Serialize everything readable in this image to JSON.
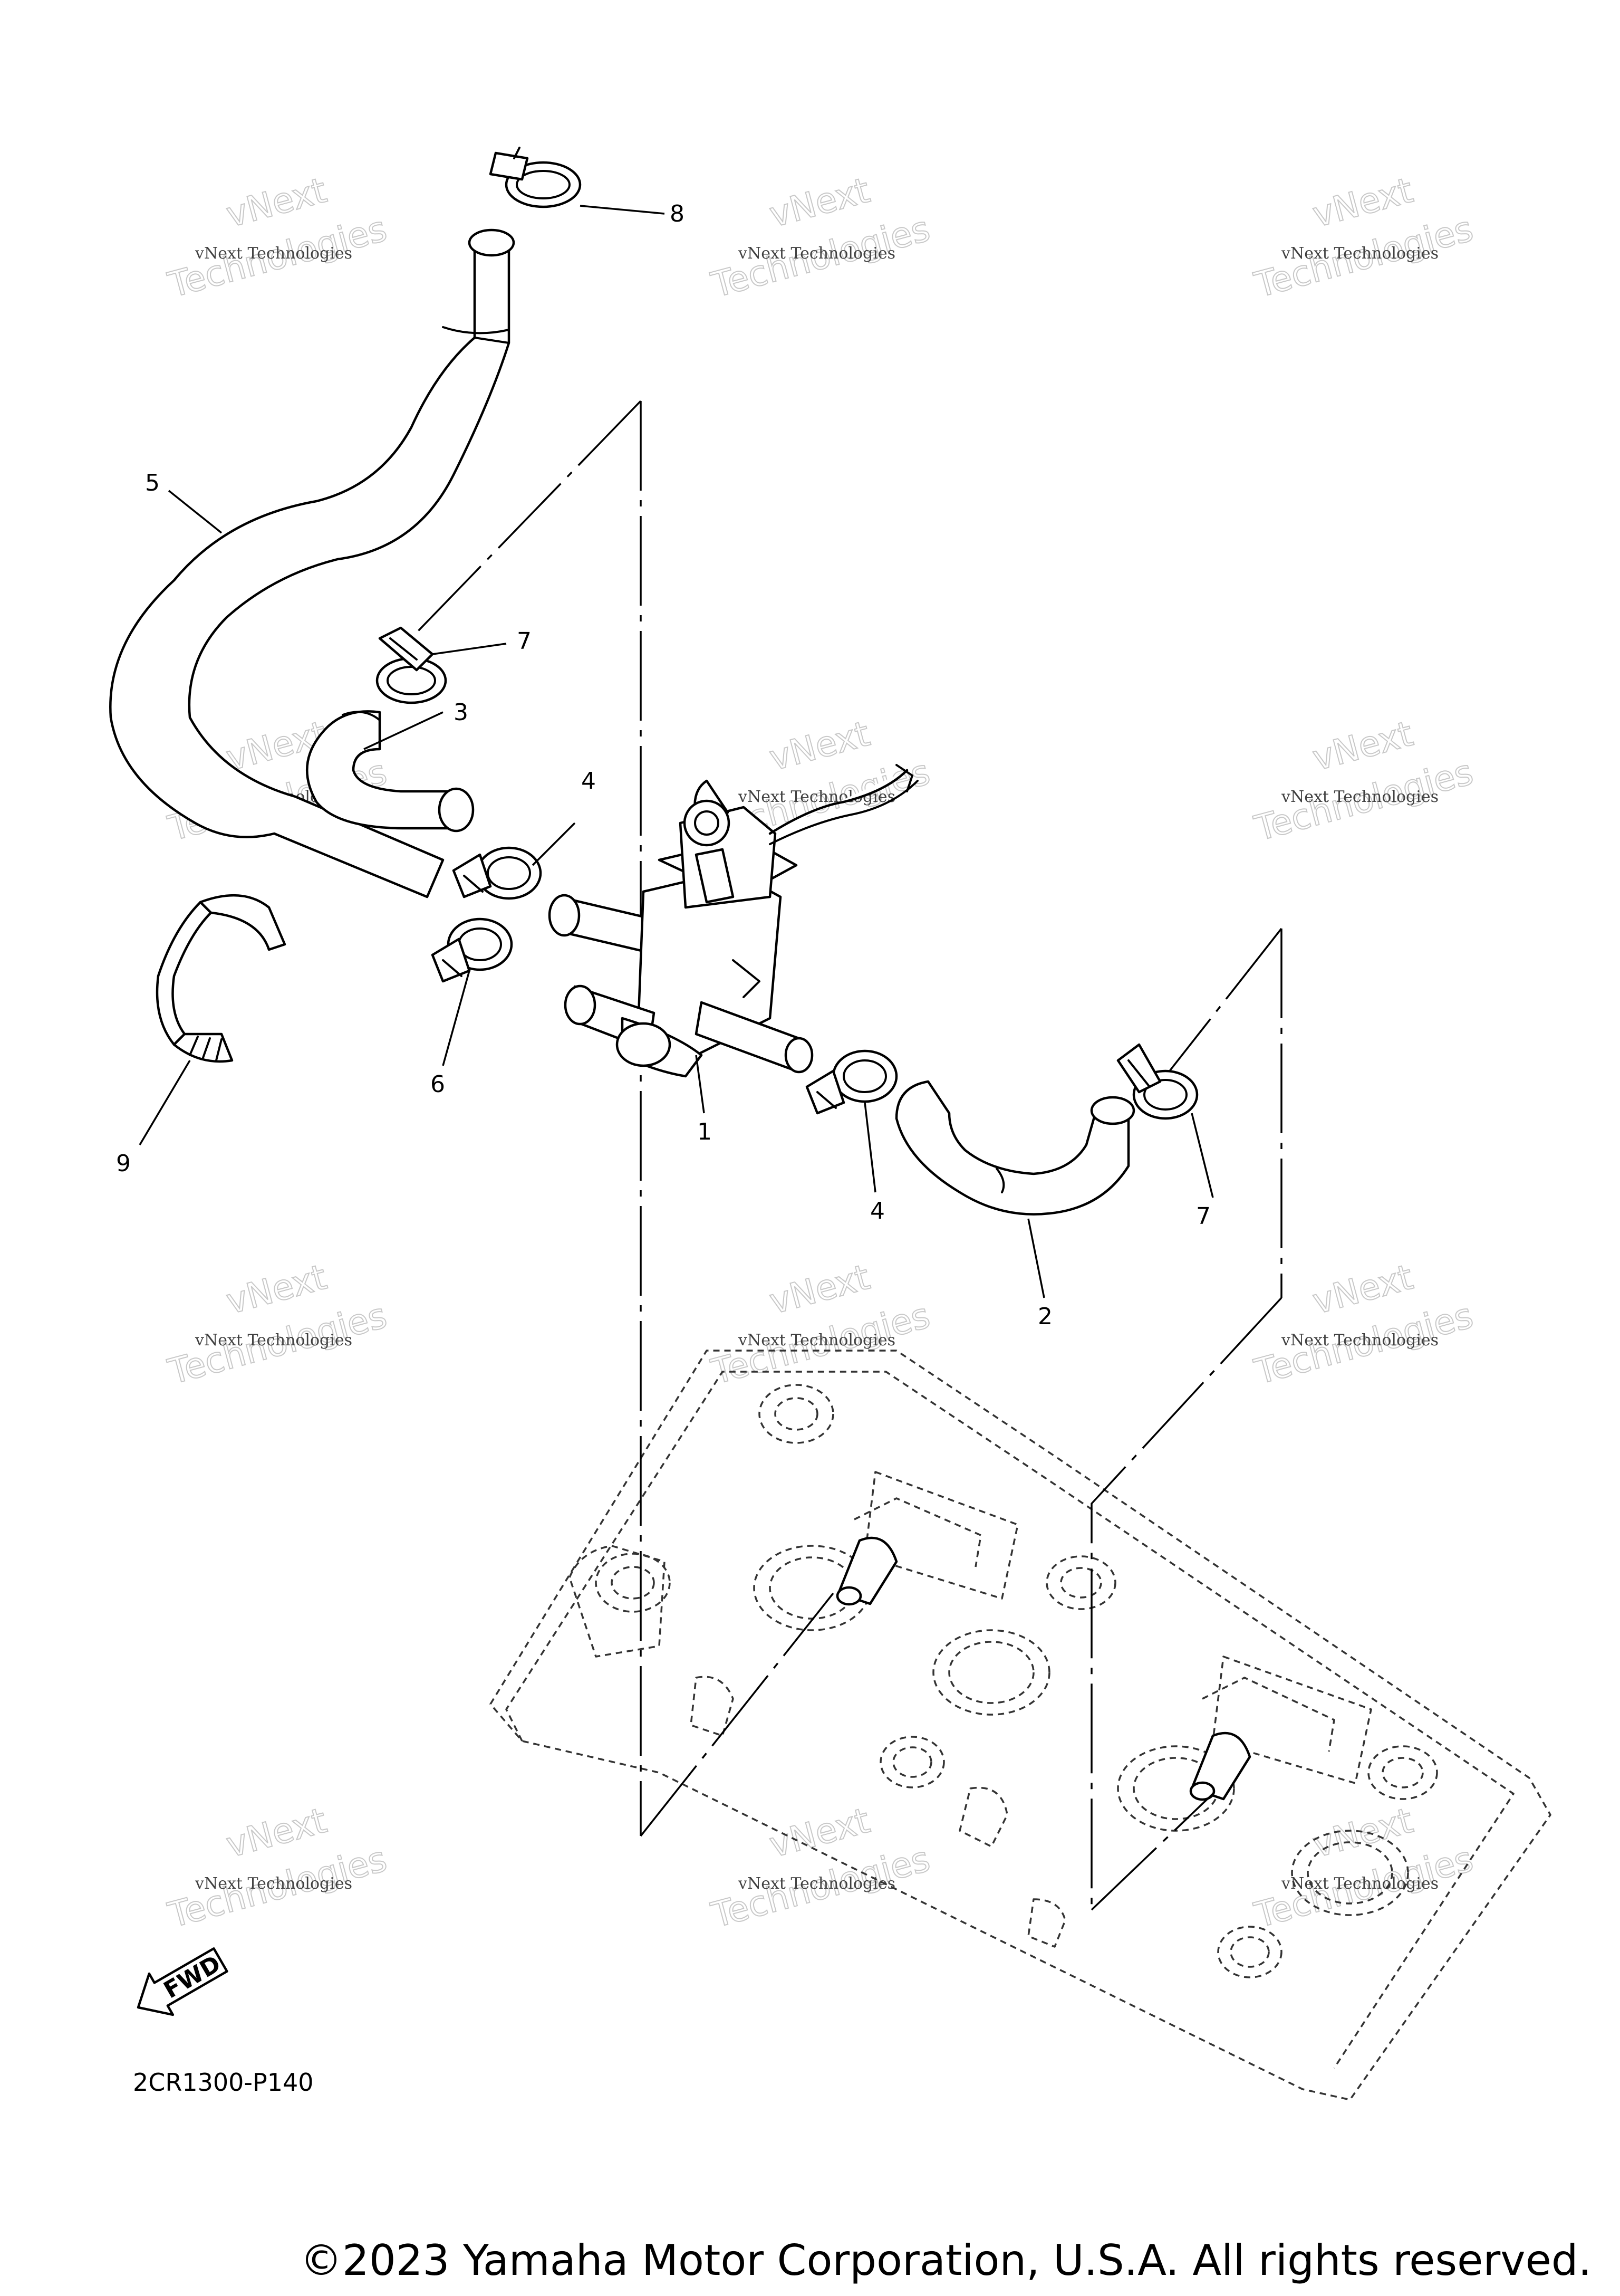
{
  "diagram": {
    "callouts": [
      {
        "id": "1",
        "text": "1"
      },
      {
        "id": "2",
        "text": "2"
      },
      {
        "id": "3",
        "text": "3"
      },
      {
        "id": "4a",
        "text": "4"
      },
      {
        "id": "4b",
        "text": "4"
      },
      {
        "id": "5",
        "text": "5"
      },
      {
        "id": "6",
        "text": "6"
      },
      {
        "id": "7a",
        "text": "7"
      },
      {
        "id": "7b",
        "text": "7"
      },
      {
        "id": "8",
        "text": "8"
      },
      {
        "id": "9",
        "text": "9"
      }
    ],
    "watermark": {
      "line1": "vNext Technologies",
      "line2": "vNext",
      "line3": "Technologies"
    },
    "fwd_label": "FWD",
    "figure_code": "2CR1300-P140",
    "copyright": "©2023 Yamaha Motor Corporation, U.S.A. All rights reserved."
  }
}
